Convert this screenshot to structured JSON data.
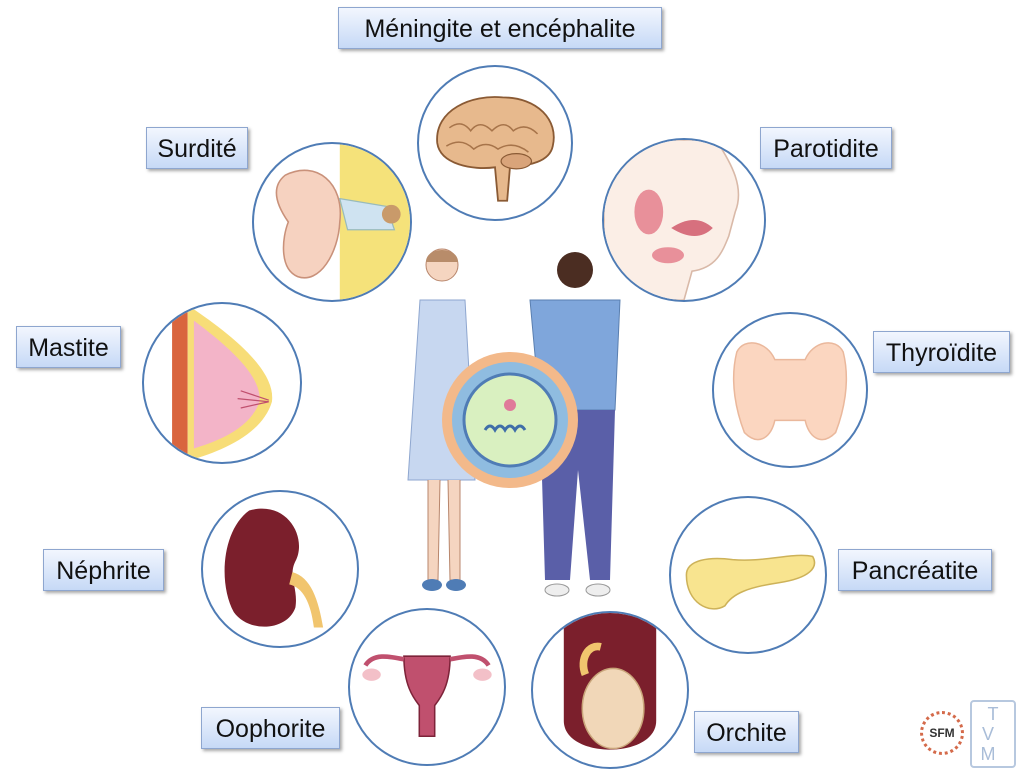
{
  "labels": {
    "meningite": "Méningite et encéphalite",
    "surdite": "Surdité",
    "parotidite": "Parotidite",
    "mastite": "Mastite",
    "thyroidite": "Thyroïdite",
    "nephrite": "Néphrite",
    "pancreatite": "Pancréatite",
    "oophorite": "Oophorite",
    "orchite": "Orchite"
  },
  "logos": {
    "sfm": "SFM",
    "tvm": "TVM"
  },
  "colors": {
    "circle_border": "#4f7cb5",
    "label_top": "#f2f6fe",
    "label_bottom": "#c6d9f6"
  }
}
